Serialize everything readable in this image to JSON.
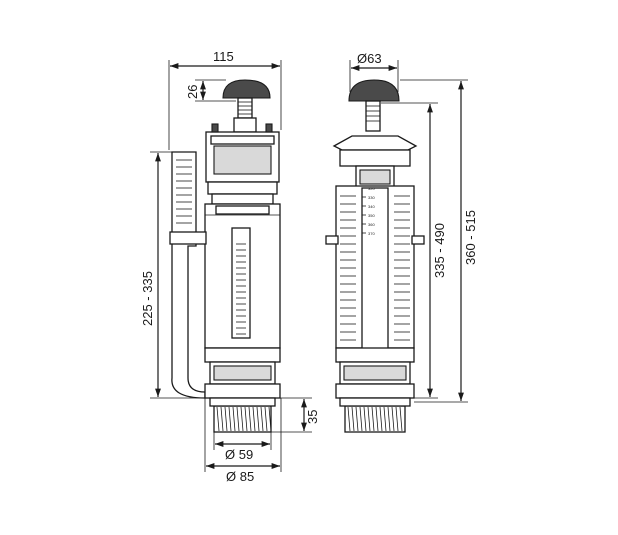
{
  "dimensions": {
    "width_115": "115",
    "height_26": "26",
    "overflow_225_335": "225 - 335",
    "thread_35": "35",
    "dia_59": "Ø 59",
    "dia_85": "Ø 85",
    "dia_63": "Ø63",
    "range_335_490": "335 - 490",
    "range_360_515": "360 - 515"
  },
  "scale_ticks": [
    "320",
    "330",
    "340",
    "350",
    "360",
    "370"
  ],
  "colors": {
    "line": "#1a1a1a",
    "fill": "#ffffff",
    "shade": "#d9d9d9"
  }
}
